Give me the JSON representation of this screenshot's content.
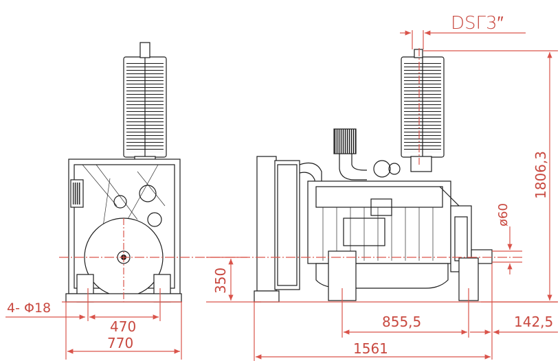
{
  "drawing": {
    "exhaust_label": "DSΓ3″",
    "dimensions": {
      "overall_height": "1806,3",
      "shaft_height": "350",
      "shaft_diameter": "ø60",
      "mount_holes": "4- Φ18",
      "front_mount_spacing": "470",
      "front_overall_width": "770",
      "rear_mount_to_flywheel": "855,5",
      "shaft_extension": "142,5",
      "overall_length": "1561"
    }
  },
  "colors": {
    "dimension": "#d9534a",
    "outline": "#1c1c1c",
    "background": "#ffffff"
  }
}
